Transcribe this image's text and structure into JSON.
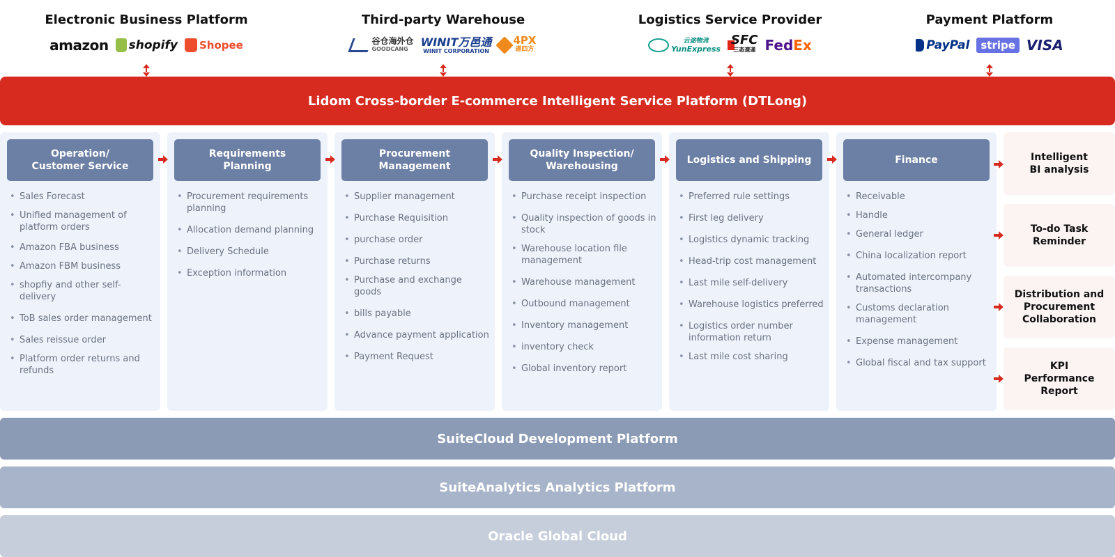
{
  "partners": [
    {
      "title": "Electronic Business Platform",
      "logos": [
        "amazon",
        "shopify",
        "Shopee"
      ]
    },
    {
      "title": "Third-party Warehouse",
      "logos": [
        "谷仓海外仓",
        "GOODCANG",
        "WINIT万邑通",
        "WINIT CORPORATION",
        "4PX",
        "递四方"
      ]
    },
    {
      "title": "Logistics Service Provider",
      "logos": [
        "云途物流",
        "YunExpress",
        "SFC",
        "三态速递",
        "FedEx"
      ]
    },
    {
      "title": "Payment Platform",
      "logos": [
        "PayPal",
        "stripe",
        "VISA"
      ]
    }
  ],
  "banner": {
    "label": "Lidom Cross-border E-commerce Intelligent Service Platform (DTLong)"
  },
  "columns": [
    {
      "header": "Operation/\nCustomer Service",
      "items": [
        "Sales Forecast",
        "Unified management of platform orders",
        "Amazon FBA business",
        "Amazon FBM business",
        "shopfiy and other self-delivery",
        "ToB sales order management",
        "Sales reissue order",
        "Platform order returns and refunds"
      ]
    },
    {
      "header": "Requirements\nPlanning",
      "items": [
        "Procurement requirements planning",
        "Allocation demand planning",
        "Delivery Schedule",
        "Exception information"
      ]
    },
    {
      "header": "Procurement\nManagement",
      "items": [
        "Supplier management",
        "Purchase Requisition",
        "purchase order",
        "Purchase returns",
        "Purchase and exchange goods",
        "bills payable",
        "Advance payment application",
        "Payment Request"
      ]
    },
    {
      "header": "Quality Inspection/\nWarehousing",
      "items": [
        "Purchase receipt inspection",
        "Quality inspection of goods in stock",
        "Warehouse location file management",
        "Warehouse management",
        "Outbound management",
        "Inventory management",
        "inventory check",
        "Global inventory report"
      ]
    },
    {
      "header": "Logistics and Shipping",
      "items": [
        "Preferred rule settings",
        "First leg delivery",
        "Logistics dynamic tracking",
        "Head-trip cost management",
        "Last mile self-delivery",
        "Warehouse logistics preferred",
        "Logistics order number information return",
        "Last mile cost sharing"
      ]
    },
    {
      "header": "Finance",
      "items": [
        "Receivable",
        "Handle",
        "General ledger",
        "China localization report",
        "Automated intercompany transactions",
        "Customs declaration management",
        "Expense management",
        "Global fiscal and tax support"
      ]
    }
  ],
  "reports": [
    {
      "label": "Intelligent\nBI analysis"
    },
    {
      "label": "To-do Task\nReminder"
    },
    {
      "label": "Distribution and\nProcurement\nCollaboration"
    },
    {
      "label": "KPI\nPerformance\nReport"
    }
  ],
  "platforms": {
    "suitecloud": "SuiteCloud Development Platform",
    "suiteanalytics": "SuiteAnalytics Analytics Platform",
    "oracle": "Oracle Global Cloud"
  },
  "colors": {
    "banner": "#d72b20",
    "arrow": "#d72b20",
    "column_header": "#6c7fa4",
    "column_bg": "#edf2fb",
    "report_bg": "#fbf4f3"
  }
}
